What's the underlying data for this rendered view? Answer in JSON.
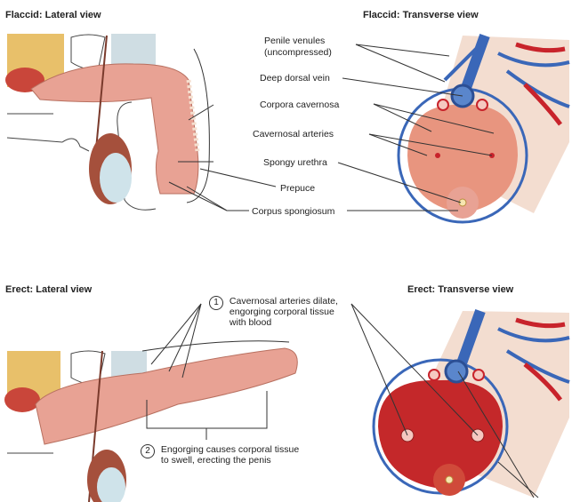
{
  "panels": {
    "flaccid_lateral": {
      "title": "Flaccid: Lateral view"
    },
    "flaccid_transverse": {
      "title": "Flaccid: Transverse view"
    },
    "erect_lateral": {
      "title": "Erect: Lateral view"
    },
    "erect_transverse": {
      "title": "Erect: Transverse view"
    }
  },
  "labels": {
    "penile_venules": "Penile venules",
    "penile_venules_sub": "(uncompressed)",
    "deep_dorsal_vein": "Deep dorsal vein",
    "corpora_cavernosa": "Corpora cavernosa",
    "cavernosal_arteries": "Cavernosal arteries",
    "spongy_urethra": "Spongy urethra",
    "prepuce": "Prepuce",
    "corpus_spongiosum": "Corpus spongiosum"
  },
  "steps": [
    {
      "number": "1",
      "lines": [
        "Cavernosal arteries dilate,",
        "engorging corporal tissue",
        "with blood"
      ]
    },
    {
      "number": "2",
      "lines": [
        "Engorging causes corporal tissue",
        "to swell, erecting the penis"
      ]
    }
  ],
  "colors": {
    "tissue": "#e8a294",
    "tissue_dark": "#d9806f",
    "vein": "#3a67b8",
    "artery": "#c8232b",
    "erect_tissue": "#c4282a",
    "skin": "#f3ddd0",
    "testis": "#cfe3ea",
    "epididymis": "#a5503c",
    "fat": "#e8c06a"
  }
}
